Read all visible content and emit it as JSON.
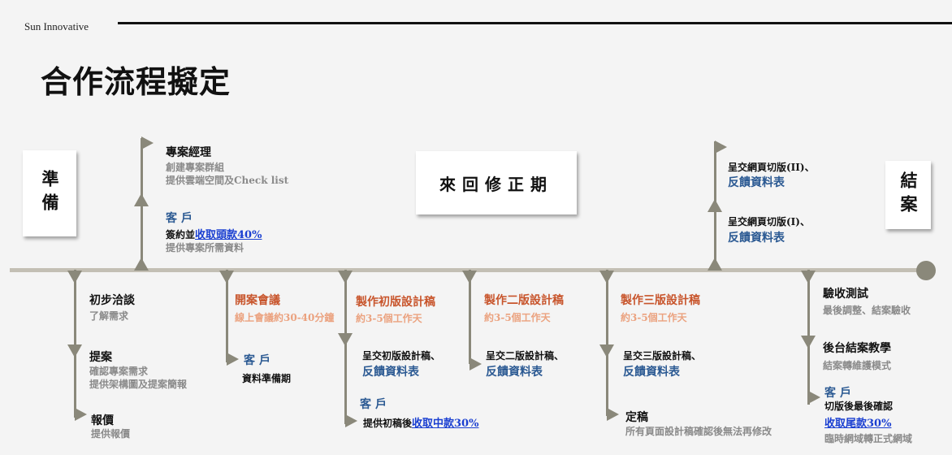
{
  "header": {
    "brand": "Sun Innovative",
    "title": "合作流程擬定"
  },
  "phases": {
    "prepare": "準備",
    "revision": "來回修正期",
    "close": "結案"
  },
  "top": {
    "pm": {
      "title": "專案經理",
      "line1": "創建專案群組",
      "line2": "提供雲端空間及Check list"
    },
    "client1": {
      "label": "客戶",
      "prefix": "簽約並",
      "link": "收取頭款40%",
      "line2": "提供專案所需資料"
    },
    "cut2": {
      "line1": "呈交網頁切版(II)、",
      "line2": "反饋資料表"
    },
    "cut1": {
      "line1": "呈交網頁切版(I)、",
      "line2": "反饋資料表"
    }
  },
  "bottom": {
    "initial": {
      "title": "初步洽談",
      "desc": "了解需求"
    },
    "proposal": {
      "title": "提案",
      "line1": "確認專案需求",
      "line2": "提供架構圖及提案簡報"
    },
    "quote": {
      "title": "報價",
      "desc": "提供報價"
    },
    "kickoff": {
      "title": "開案會議",
      "desc": "線上會議約30-40分鐘",
      "client": "客戶",
      "client_desc": "資料準備期"
    },
    "draft1": {
      "title": "製作初版設計稿",
      "desc": "約3-5個工作天",
      "submit1": "呈交初版設計稿、",
      "submit2": "反饋資料表",
      "client": "客戶",
      "pay_prefix": "提供初稿後",
      "pay_link": "收取中款30%"
    },
    "draft2": {
      "title": "製作二版設計稿",
      "desc": "約3-5個工作天",
      "submit1": "呈交二版設計稿、",
      "submit2": "反饋資料表"
    },
    "draft3": {
      "title": "製作三版設計稿",
      "desc": "約3-5個工作天",
      "submit1": "呈交三版設計稿、",
      "submit2": "反饋資料表",
      "final_title": "定稿",
      "final_desc": "所有頁面設計稿確認後無法再修改"
    },
    "acceptance": {
      "title": "驗收測試",
      "desc": "最後調整、結案驗收"
    },
    "training": {
      "title": "後台結案教學",
      "desc": "結案轉維護模式"
    },
    "final_client": {
      "label": "客戶",
      "line1": "切版後最後確認",
      "link": "收取尾款30%",
      "line3": "臨時網域轉正式網域"
    }
  },
  "colors": {
    "arrow": "#8a887a",
    "timeline": "#c3bfb4",
    "orange_title": "#c8552c",
    "orange_sub": "#eba27f",
    "blue": "#2c5a93",
    "link": "#1a3fd1"
  }
}
